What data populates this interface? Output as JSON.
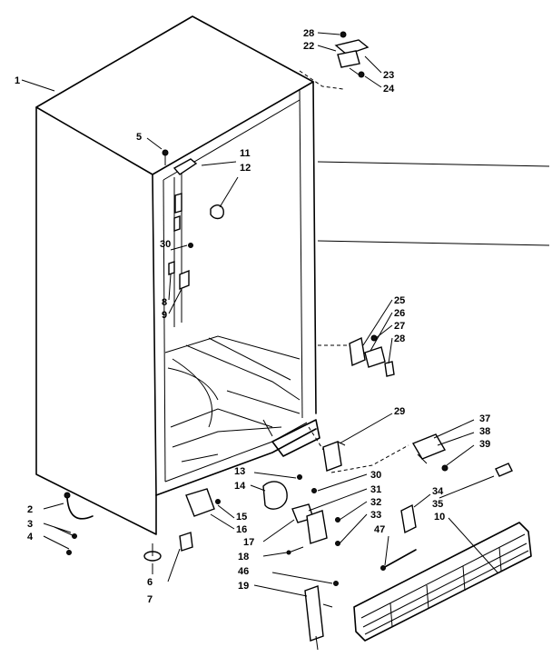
{
  "callouts": [
    {
      "id": "c1",
      "text": "1"
    },
    {
      "id": "c2",
      "text": "2"
    },
    {
      "id": "c3",
      "text": "3"
    },
    {
      "id": "c4",
      "text": "4"
    },
    {
      "id": "c5",
      "text": "5"
    },
    {
      "id": "c6",
      "text": "6"
    },
    {
      "id": "c7",
      "text": "7"
    },
    {
      "id": "c8",
      "text": "8"
    },
    {
      "id": "c9",
      "text": "9"
    },
    {
      "id": "c10",
      "text": "10"
    },
    {
      "id": "c11",
      "text": "11"
    },
    {
      "id": "c12",
      "text": "12"
    },
    {
      "id": "c13",
      "text": "13"
    },
    {
      "id": "c14",
      "text": "14"
    },
    {
      "id": "c15",
      "text": "15"
    },
    {
      "id": "c16",
      "text": "16"
    },
    {
      "id": "c17",
      "text": "17"
    },
    {
      "id": "c18",
      "text": "18"
    },
    {
      "id": "c19",
      "text": "19"
    },
    {
      "id": "c22",
      "text": "22"
    },
    {
      "id": "c23",
      "text": "23"
    },
    {
      "id": "c24",
      "text": "24"
    },
    {
      "id": "c25",
      "text": "25"
    },
    {
      "id": "c26",
      "text": "26"
    },
    {
      "id": "c27",
      "text": "27"
    },
    {
      "id": "c28a",
      "text": "28"
    },
    {
      "id": "c28b",
      "text": "28"
    },
    {
      "id": "c29",
      "text": "29"
    },
    {
      "id": "c30a",
      "text": "30"
    },
    {
      "id": "c30b",
      "text": "30"
    },
    {
      "id": "c31",
      "text": "31"
    },
    {
      "id": "c32",
      "text": "32"
    },
    {
      "id": "c33",
      "text": "33"
    },
    {
      "id": "c34",
      "text": "34"
    },
    {
      "id": "c35",
      "text": "35"
    },
    {
      "id": "c37",
      "text": "37"
    },
    {
      "id": "c38",
      "text": "38"
    },
    {
      "id": "c39",
      "text": "39"
    },
    {
      "id": "c46",
      "text": "46"
    },
    {
      "id": "c47",
      "text": "47"
    }
  ]
}
